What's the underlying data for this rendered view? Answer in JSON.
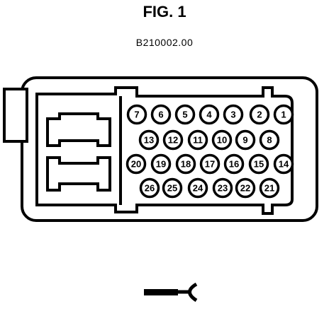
{
  "figure": {
    "title": "FIG. 1",
    "code": "B210002.00"
  },
  "connector": {
    "pins": [
      {
        "label": "7"
      },
      {
        "label": "6"
      },
      {
        "label": "5"
      },
      {
        "label": "4"
      },
      {
        "label": "3"
      },
      {
        "label": "2"
      },
      {
        "label": "1"
      },
      {
        "label": "13"
      },
      {
        "label": "12"
      },
      {
        "label": "11"
      },
      {
        "label": "10"
      },
      {
        "label": "9"
      },
      {
        "label": "8"
      },
      {
        "label": "20"
      },
      {
        "label": "19"
      },
      {
        "label": "18"
      },
      {
        "label": "17"
      },
      {
        "label": "16"
      },
      {
        "label": "15"
      },
      {
        "label": "14"
      },
      {
        "label": "26"
      },
      {
        "label": "25"
      },
      {
        "label": "24"
      },
      {
        "label": "23"
      },
      {
        "label": "22"
      },
      {
        "label": "21"
      }
    ]
  },
  "symbol": {
    "icon": "female-connector-symbol-icon"
  }
}
